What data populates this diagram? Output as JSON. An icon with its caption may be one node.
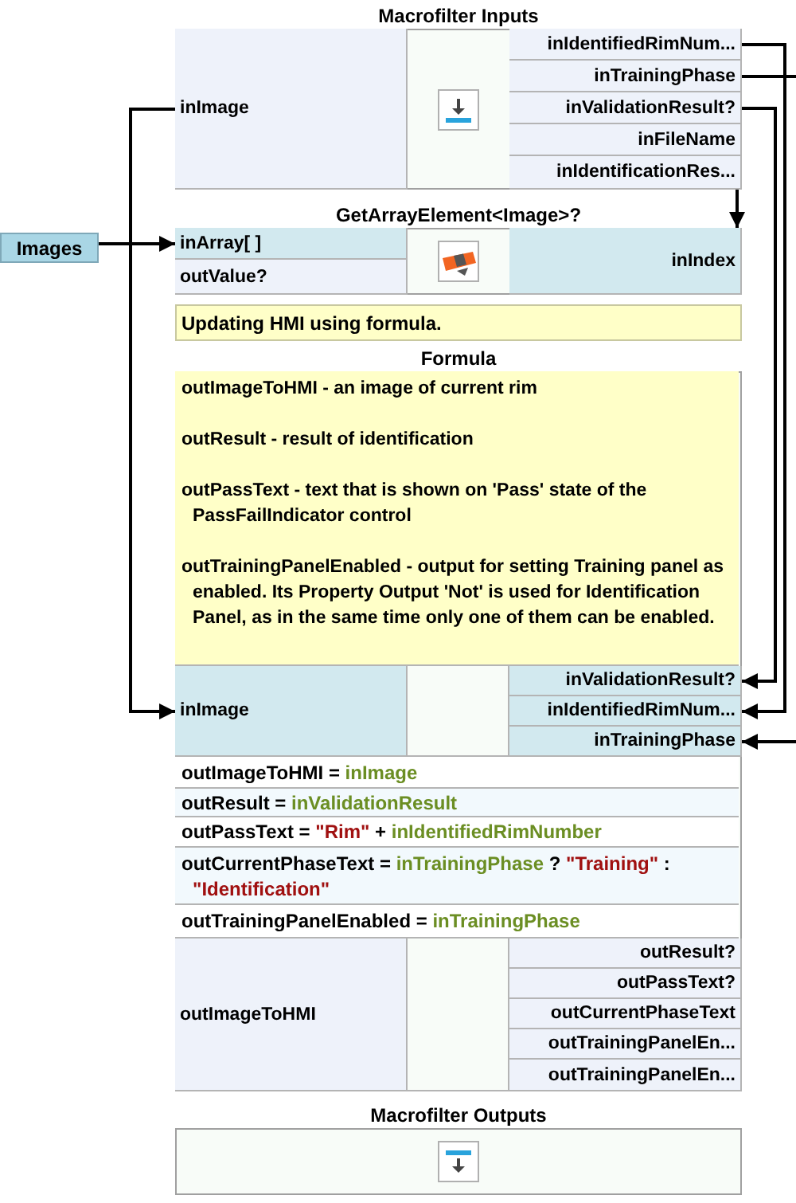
{
  "diagram": {
    "nodes": [
      {
        "text": [
          "Macrofilter Inputs"
        ]
      },
      {
        "text": [
          "inImage"
        ],
        "in": 0
      },
      {
        "text": [
          "inIdentifiedRimNum..."
        ],
        "in": 0
      },
      {
        "text": [
          "inTrainingPhase"
        ],
        "in": 0
      },
      {
        "text": [
          "inValidationResult?"
        ],
        "in": 0
      },
      {
        "text": [
          "inFileName"
        ],
        "in": 0
      },
      {
        "text": [
          "inIdentificationRes..."
        ],
        "in": 0
      },
      {
        "text": [
          "Images"
        ]
      },
      {
        "text": [
          "GetArrayElement<Image>?"
        ]
      },
      {
        "text": [
          "inArray[ ]"
        ],
        "in": 8
      },
      {
        "text": [
          "outValue?"
        ],
        "in": 8
      },
      {
        "text": [
          "inIndex"
        ],
        "in": 8
      },
      {
        "text": [
          "Updating HMI using formula."
        ]
      },
      {
        "text": [
          "Formula"
        ]
      },
      {
        "text": [
          "outImageToHMI - an image of current rim",
          "outResult - result of identification",
          "outPassText - text that is shown on 'Pass' state of the PassFailIndicator control",
          "outTrainingPanelEnabled - output for setting Training panel as enabled. Its Property Output 'Not' is used for Identification Panel, as in the same time only one of them can be enabled."
        ],
        "in": 13
      },
      {
        "text": [
          "inImage"
        ],
        "in": 13
      },
      {
        "text": [
          "inValidationResult?"
        ],
        "in": 13
      },
      {
        "text": [
          "inIdentifiedRimNum..."
        ],
        "in": 13
      },
      {
        "text": [
          "inTrainingPhase"
        ],
        "in": 13
      },
      {
        "text": [
          "outImageToHMI = *inImage*"
        ],
        "in": 13
      },
      {
        "text": [
          "outResult = *inValidationResult*"
        ],
        "in": 13
      },
      {
        "text": [
          "outPassText = **\"Rim\"** + *inIdentifiedRimNumber*"
        ],
        "in": 13
      },
      {
        "text": [
          "outCurrentPhaseText = *inTrainingPhase* ? **\"Training\"** : **\"Identification\"**"
        ],
        "in": 13
      },
      {
        "text": [
          "outTrainingPanelEnabled = *inTrainingPhase*"
        ],
        "in": 13
      },
      {
        "text": [
          "outImageToHMI"
        ],
        "in": 13
      },
      {
        "text": [
          "outResult?"
        ],
        "in": 13
      },
      {
        "text": [
          "outPassText?"
        ],
        "in": 13
      },
      {
        "text": [
          "outCurrentPhaseText"
        ],
        "in": 13
      },
      {
        "text": [
          "outTrainingPanelEn..."
        ],
        "in": 13
      },
      {
        "text": [
          "outTrainingPanelEn..."
        ],
        "in": 13
      },
      {
        "text": [
          "Macrofilter Outputs"
        ]
      }
    ],
    "edges": [
      {
        "from": 7,
        "to": 9,
        "arrow": "to"
      },
      {
        "from": 1,
        "to": 15,
        "arrow": "to"
      },
      {
        "from": 6,
        "to": 11,
        "arrow": "to"
      },
      {
        "from": 2,
        "to": 17,
        "arrow": "to"
      },
      {
        "from": 3,
        "to": null,
        "arrow": "none"
      },
      {
        "from": null,
        "to": 18,
        "arrow": "to"
      },
      {
        "from": 4,
        "to": 16,
        "arrow": "to"
      }
    ]
  }
}
